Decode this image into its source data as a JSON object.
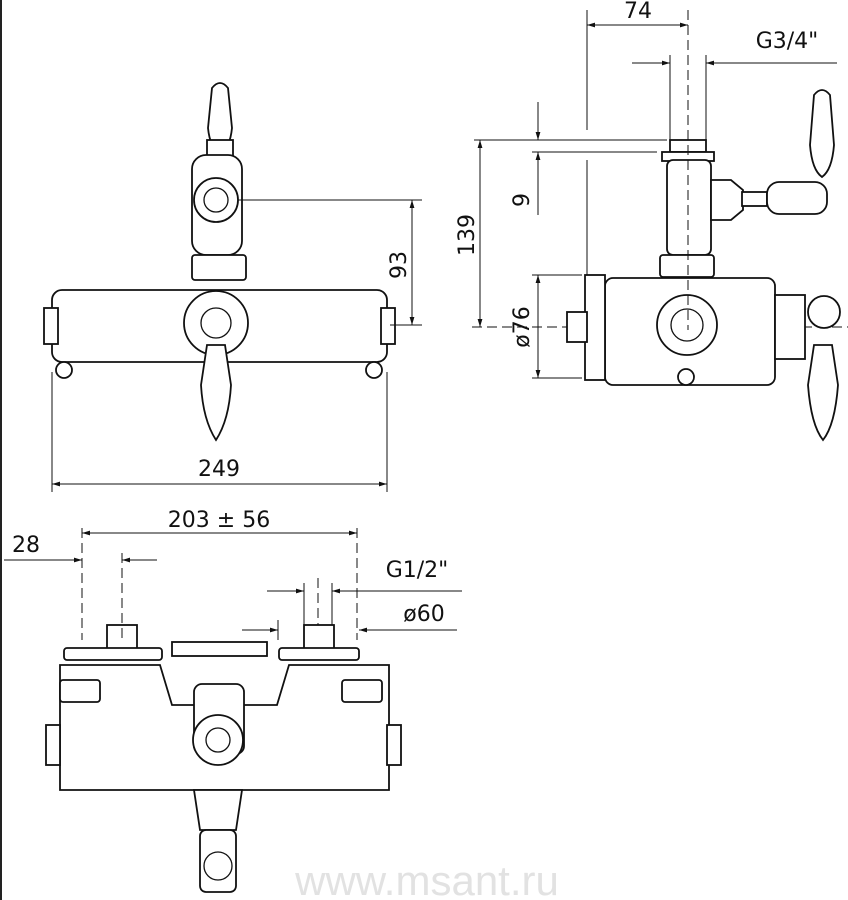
{
  "drawing": {
    "front_view": {
      "dim_height": "93",
      "dim_width": "249"
    },
    "side_view": {
      "dim_offset": "74",
      "dim_thread": "G3/4\"",
      "dim_step": "9",
      "dim_height": "139",
      "dim_diameter": "ø76"
    },
    "bottom_view": {
      "dim_centers": "203 ± 56",
      "dim_offset": "28",
      "dim_thread": "G1/2\"",
      "dim_diameter": "ø60"
    },
    "watermark": "www.msant.ru"
  }
}
